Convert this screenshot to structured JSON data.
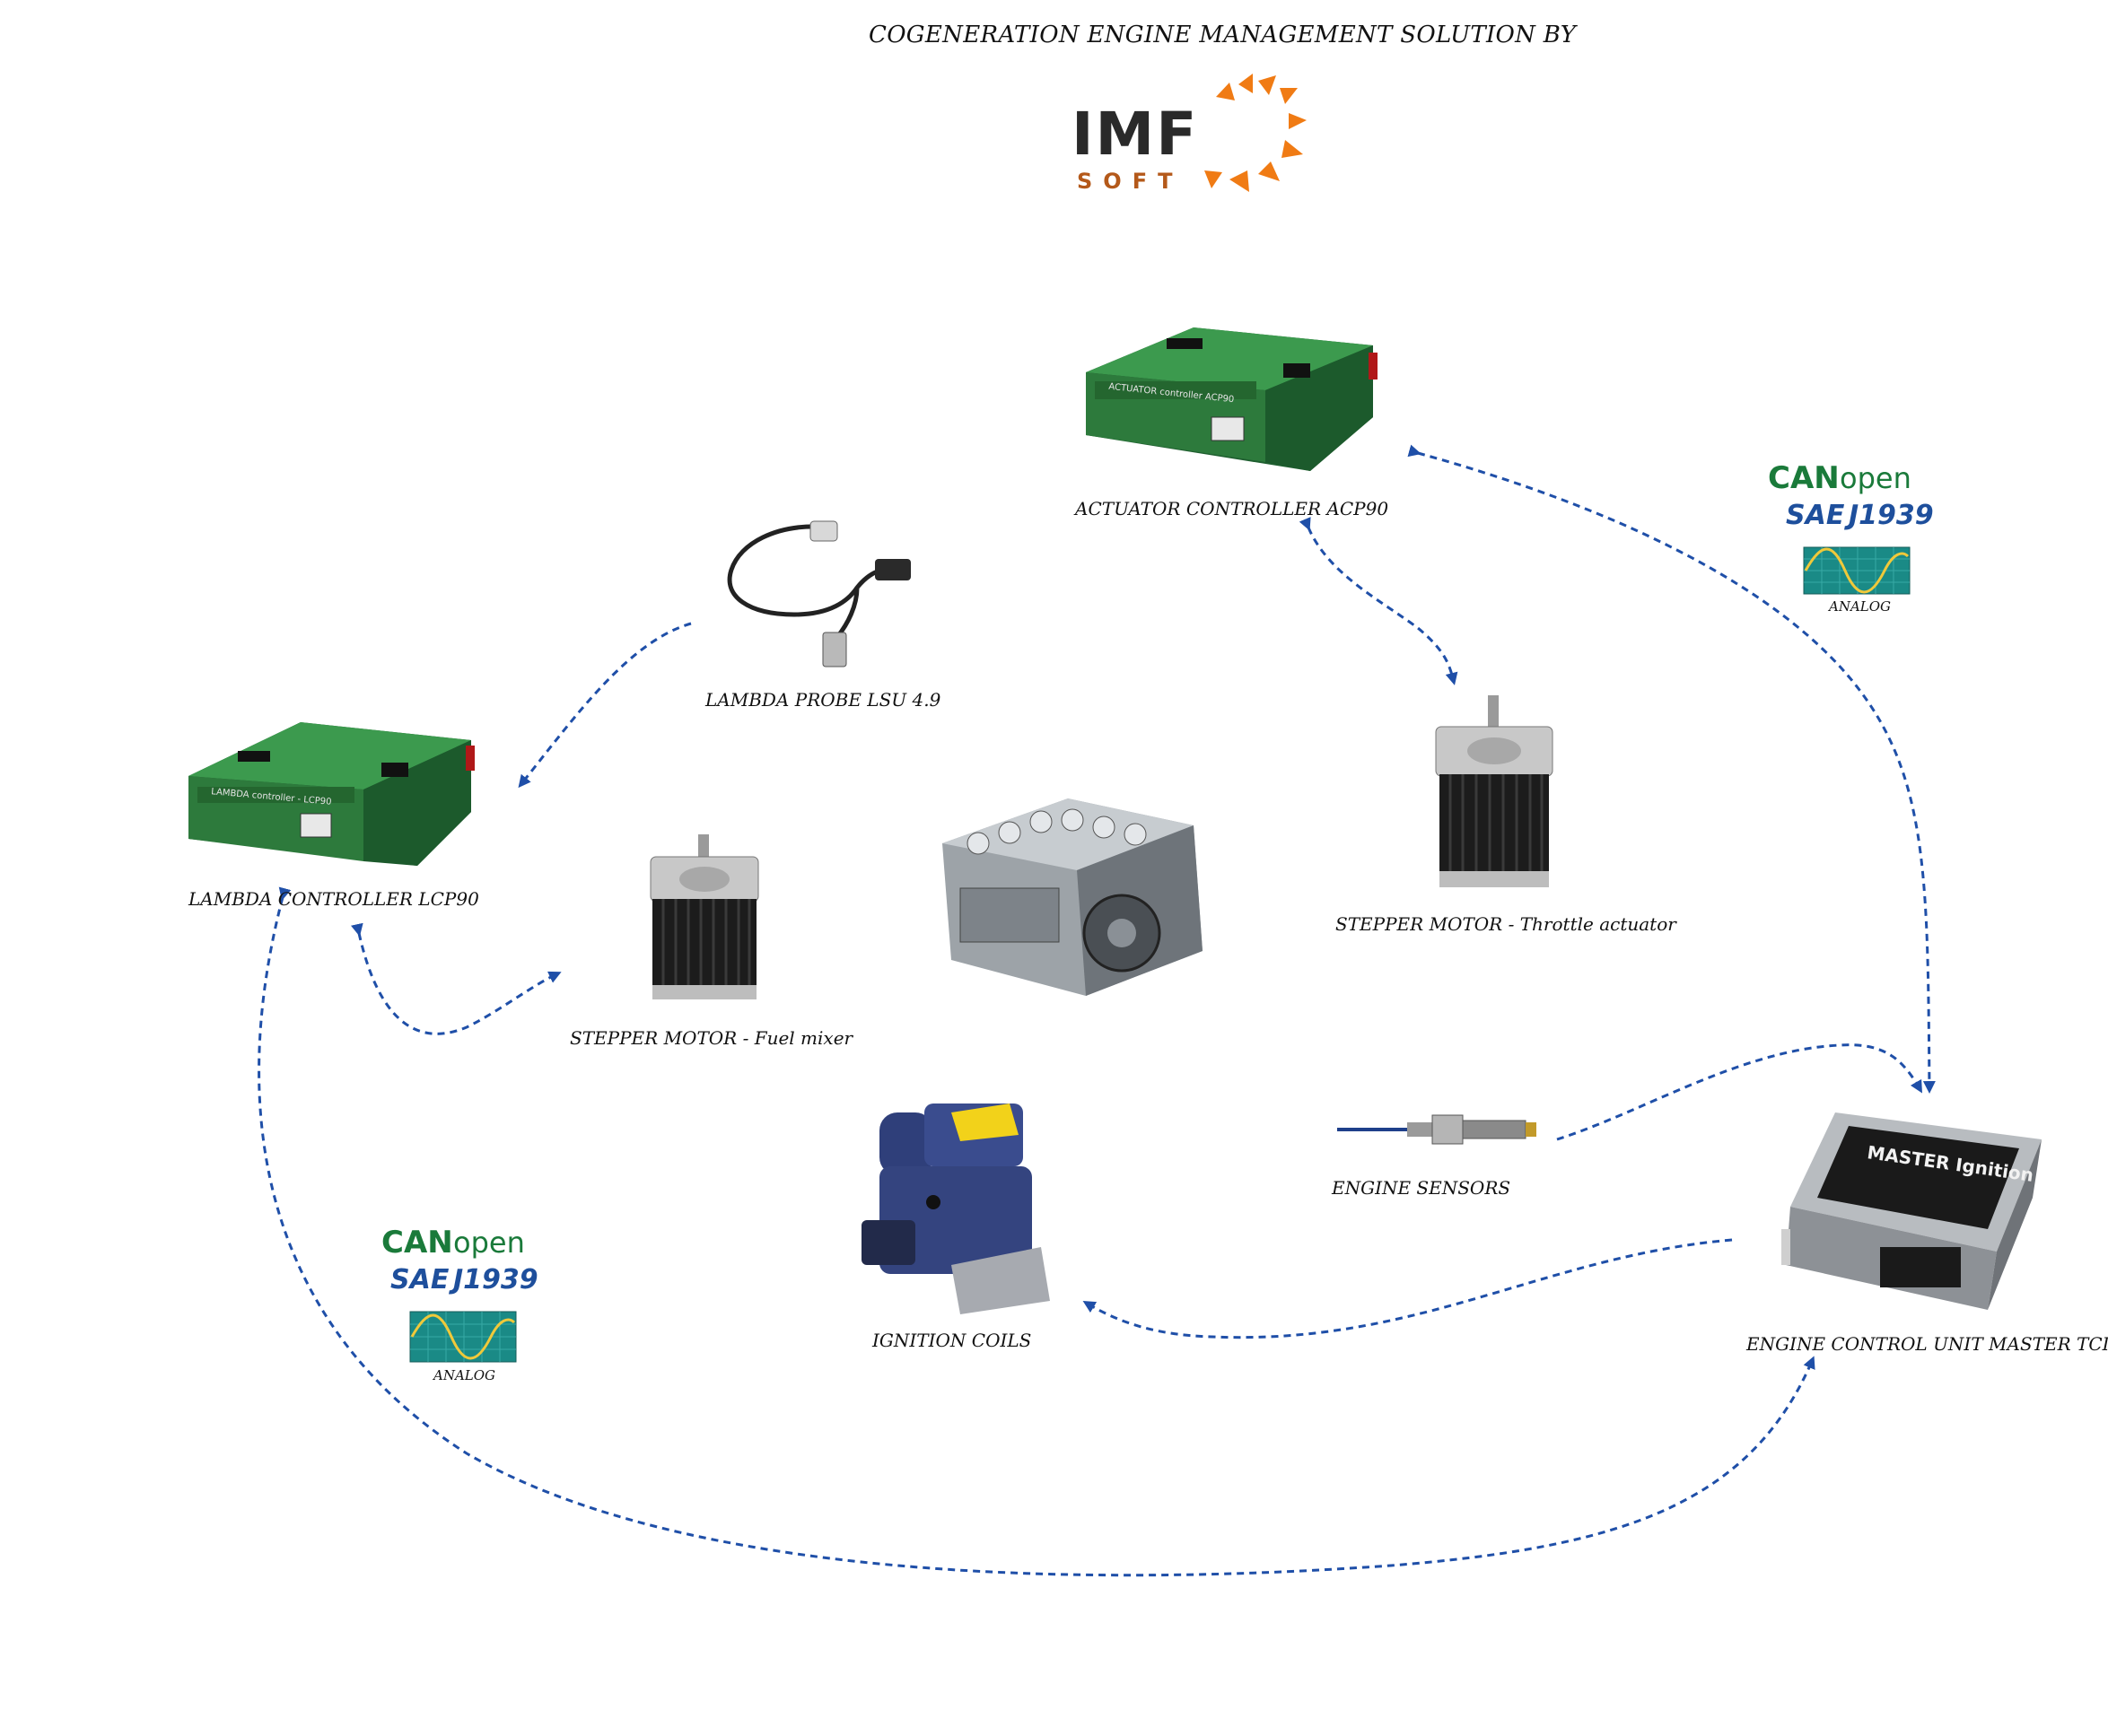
{
  "title": "COGENERATION ENGINE MANAGEMENT SOLUTION BY",
  "logo": {
    "top": "IMF",
    "bottom": "SOFT",
    "icon": "imf-soft-logo"
  },
  "colors": {
    "arrow": "#1f4fa8",
    "controller_green": "#2d7a3c",
    "logo_orange": "#f07b14",
    "logo_dark": "#2a2a2a",
    "canopen_green": "#1a7a3a",
    "sae_blue": "#1e4f9c"
  },
  "components": {
    "actuator_controller": {
      "label": "ACTUATOR CONTROLLER ACP90",
      "device_text": "ACTUATOR controller ACP90"
    },
    "lambda_probe": {
      "label": "LAMBDA PROBE LSU 4.9"
    },
    "lambda_controller": {
      "label": "LAMBDA CONTROLLER LCP90",
      "device_text": "LAMBDA controller - LCP90"
    },
    "stepper_fuel": {
      "label": "STEPPER MOTOR - Fuel mixer"
    },
    "stepper_throttle": {
      "label": "STEPPER MOTOR - Throttle actuator"
    },
    "engine": {
      "icon": "engine-icon"
    },
    "ignition_coils": {
      "label": "IGNITION COILS"
    },
    "engine_sensors": {
      "label": "ENGINE SENSORS"
    },
    "ecu": {
      "label": "ENGINE CONTROL UNIT MASTER TCI",
      "device_text": "MASTER Ignition"
    }
  },
  "protocols_top": {
    "can": "CAN",
    "open": "open",
    "sae": "SAE",
    "j1939": "J1939",
    "analog": "ANALOG"
  },
  "protocols_bottom": {
    "can": "CAN",
    "open": "open",
    "sae": "SAE",
    "j1939": "J1939",
    "analog": "ANALOG"
  }
}
